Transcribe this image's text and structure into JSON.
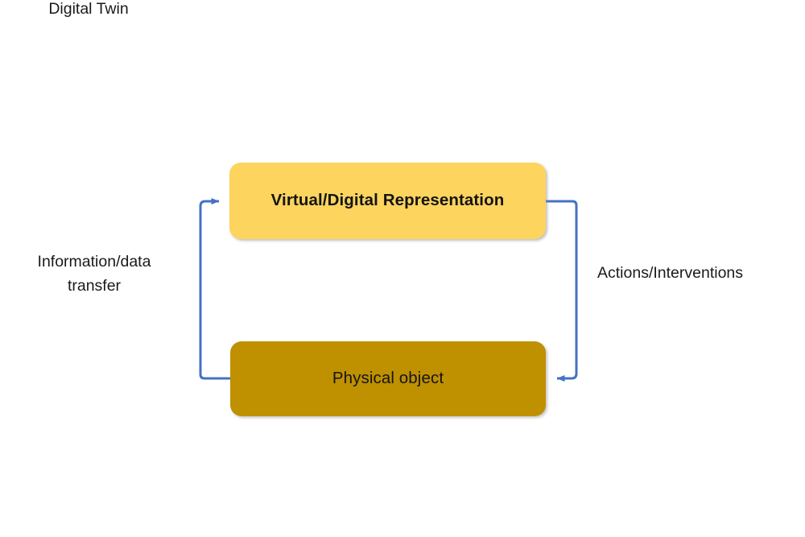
{
  "diagram": {
    "title_center": "Digital Twin",
    "nodes": [
      {
        "id": "virtual",
        "label": "Virtual/Digital Representation",
        "fill": "#FCD45E",
        "text_color": "#141414"
      },
      {
        "id": "physical",
        "label": "Physical object",
        "fill": "#BF9000",
        "text_color": "#141414"
      }
    ],
    "edges": [
      {
        "id": "physical-to-virtual",
        "label": "Information/data\ntransfer",
        "from": "physical",
        "to": "virtual",
        "color": "#4472C4",
        "side": "left"
      },
      {
        "id": "virtual-to-physical",
        "label": "Actions/Interventions",
        "from": "virtual",
        "to": "physical",
        "color": "#4472C4",
        "side": "right"
      }
    ],
    "background": "#FFFFFF"
  }
}
